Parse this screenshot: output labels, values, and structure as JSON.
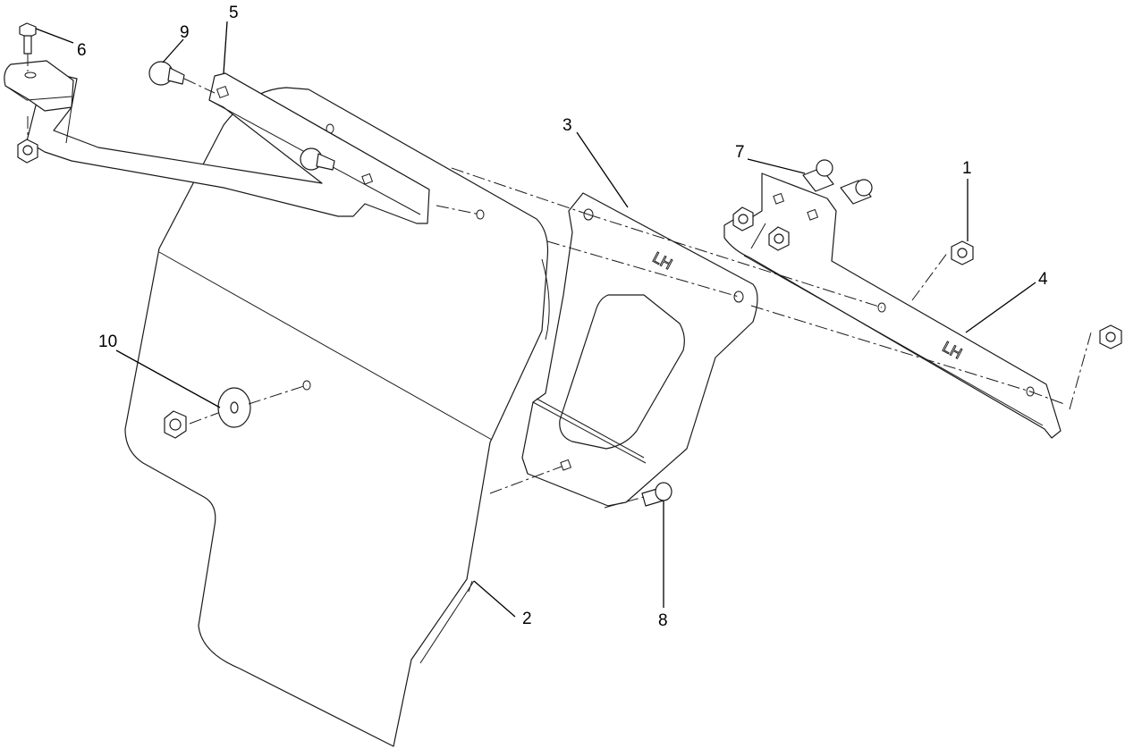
{
  "callouts": {
    "c1": "1",
    "c2": "2",
    "c3": "3",
    "c4": "4",
    "c5": "5",
    "c6": "6",
    "c7": "7",
    "c8": "8",
    "c9": "9",
    "c10": "10"
  },
  "stamps": {
    "bracket_lh": "LH",
    "rail_lh": "LH"
  }
}
